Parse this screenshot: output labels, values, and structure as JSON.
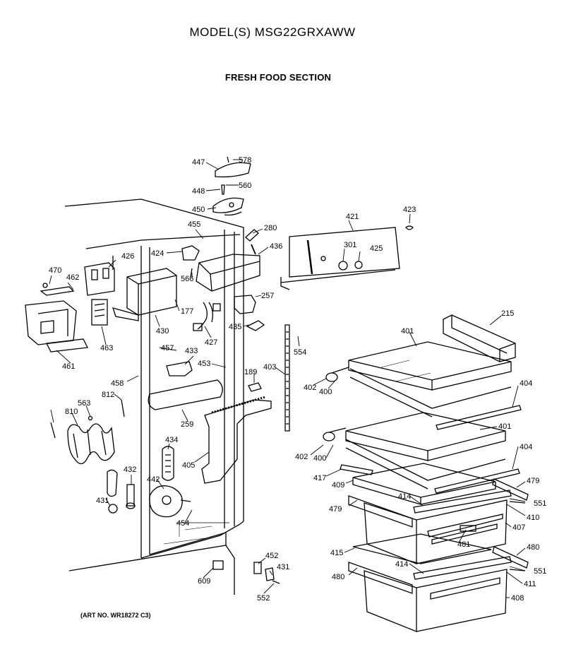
{
  "header": {
    "model_line": "MODEL(S) MSG22GRXAWW",
    "section_title": "FRESH FOOD SECTION"
  },
  "footer": {
    "art_number": "(ART NO. WR18272 C3)"
  },
  "part_labels": [
    "447",
    "578",
    "448",
    "560",
    "450",
    "455",
    "280",
    "421",
    "423",
    "436",
    "301",
    "425",
    "470",
    "462",
    "426",
    "424",
    "566",
    "177",
    "257",
    "427",
    "435",
    "430",
    "463",
    "461",
    "433",
    "457",
    "453",
    "189",
    "403",
    "554",
    "215",
    "401",
    "404",
    "402",
    "400",
    "458",
    "812",
    "563",
    "810",
    "259",
    "434",
    "405",
    "417",
    "409",
    "479",
    "551",
    "414",
    "410",
    "407",
    "481",
    "415",
    "480",
    "411",
    "408",
    "431",
    "442",
    "454",
    "432",
    "609",
    "452",
    "552"
  ]
}
